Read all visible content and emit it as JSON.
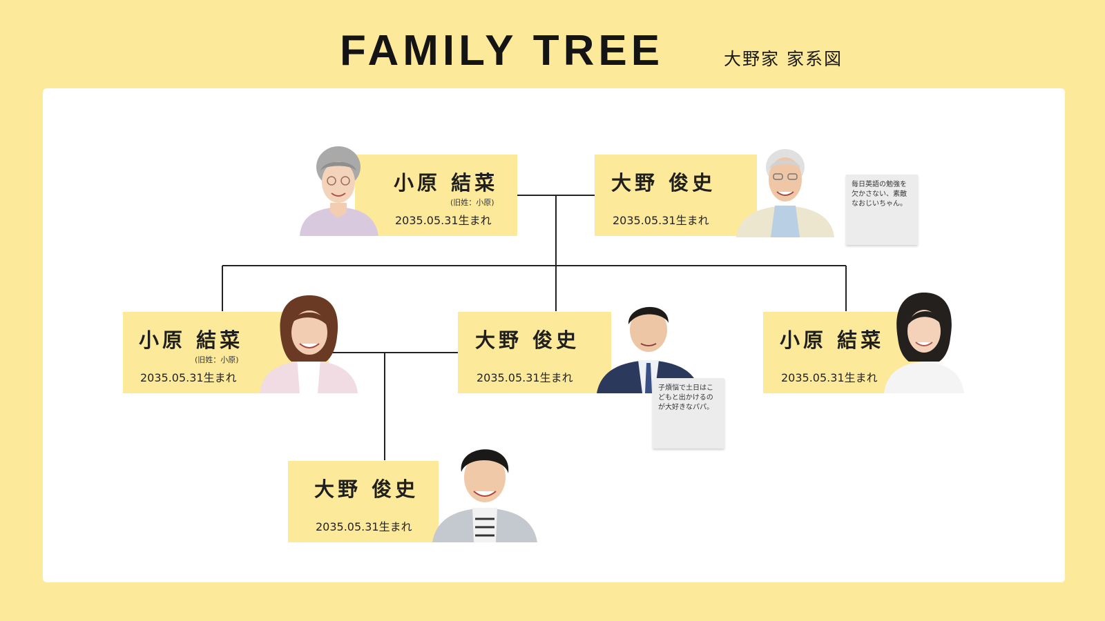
{
  "header": {
    "title": "FAMILY TREE",
    "subtitle": "大野家 家系図"
  },
  "members": {
    "grandmother": {
      "name": "小原 結菜",
      "maiden": "(旧姓：小原)",
      "birth": "2035.05.31生まれ",
      "photo_icon": "elderly-woman-portrait"
    },
    "grandfather": {
      "name": "大野 俊史",
      "birth": "2035.05.31生まれ",
      "photo_icon": "elderly-man-portrait"
    },
    "mother": {
      "name": "小原 結菜",
      "maiden": "(旧姓：小原)",
      "birth": "2035.05.31生まれ",
      "photo_icon": "woman-portrait"
    },
    "father": {
      "name": "大野 俊史",
      "birth": "2035.05.31生まれ",
      "photo_icon": "businessman-portrait"
    },
    "aunt": {
      "name": "小原 結菜",
      "birth": "2035.05.31生まれ",
      "photo_icon": "woman-portrait"
    },
    "son": {
      "name": "大野 俊史",
      "birth": "2035.05.31生まれ",
      "photo_icon": "boy-portrait"
    }
  },
  "notes": {
    "grandfather": "毎日英語の勉強を欠かさない、素敵なおじいちゃん。",
    "father": "子煩悩で土日はこどもと出かけるのが大好きなパパ。"
  },
  "colors": {
    "background": "#fde99a",
    "panel": "#ffffff",
    "card": "#fde99a",
    "note": "#ececec",
    "line": "#222222"
  }
}
